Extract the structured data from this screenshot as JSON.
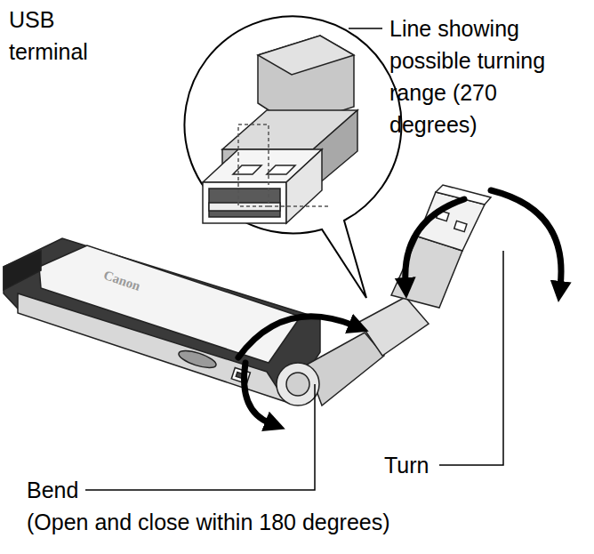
{
  "diagram": {
    "labels": [
      "USB terminal",
      "Line showing possible turning range (270 degrees)",
      "Bend",
      "(Open and close within 180 degrees)",
      "Turn",
      "Canon"
    ]
  }
}
